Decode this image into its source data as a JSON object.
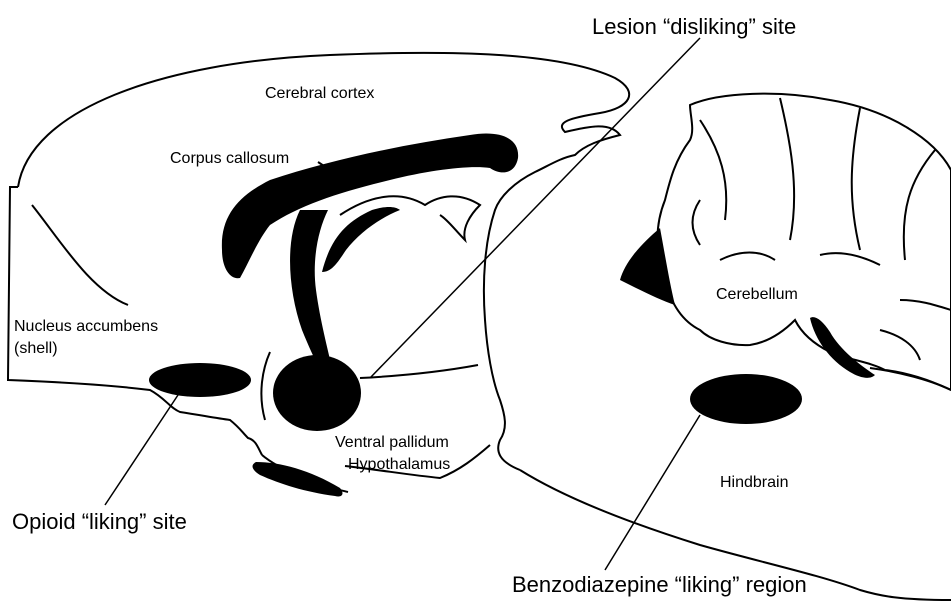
{
  "labels": {
    "cerebral_cortex": "Cerebral cortex",
    "corpus_callosum": "Corpus callosum",
    "nucleus_accumbens": "Nucleus accumbens",
    "nucleus_accumbens_sub": "(shell)",
    "ventral_pallidum": "Ventral pallidum",
    "hypothalamus": "Hypothalamus",
    "cerebellum": "Cerebellum",
    "hindbrain": "Hindbrain"
  },
  "callouts": {
    "lesion_site": "Lesion “disliking” site",
    "opioid_site": "Opioid “liking” site",
    "benzodiazepine_region": "Benzodiazepine “liking” region"
  },
  "colors": {
    "outline": "#000000",
    "fill": "#000000",
    "background": "#ffffff"
  }
}
